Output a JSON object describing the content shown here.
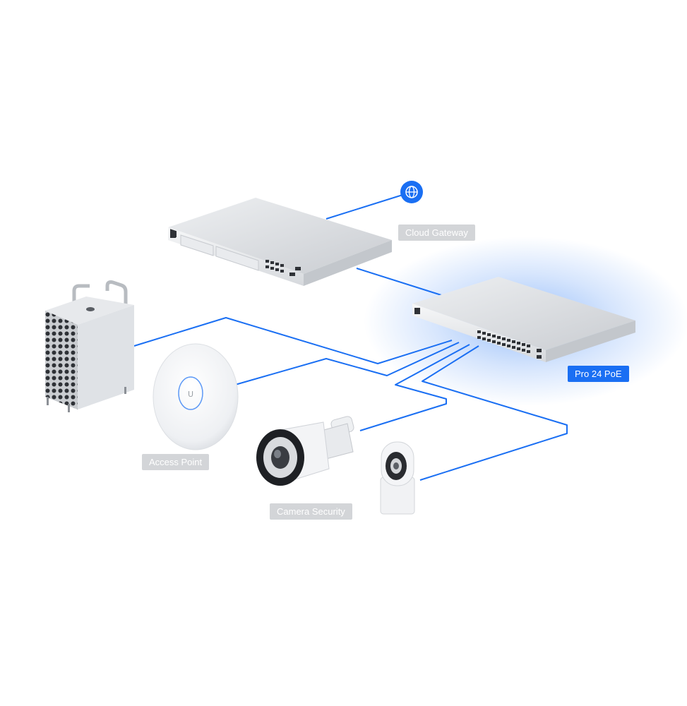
{
  "colors": {
    "cable": "#1a6ff3",
    "label_bg": "#d3d5d8",
    "highlight": "#1a6ff3",
    "device": "#dfe2e6"
  },
  "internet": {
    "icon": "globe-icon"
  },
  "labels": {
    "cloud_gateway": "Cloud Gateway",
    "switch": "Pro 24 PoE",
    "access_point": "Access Point",
    "camera": "Camera Security"
  }
}
